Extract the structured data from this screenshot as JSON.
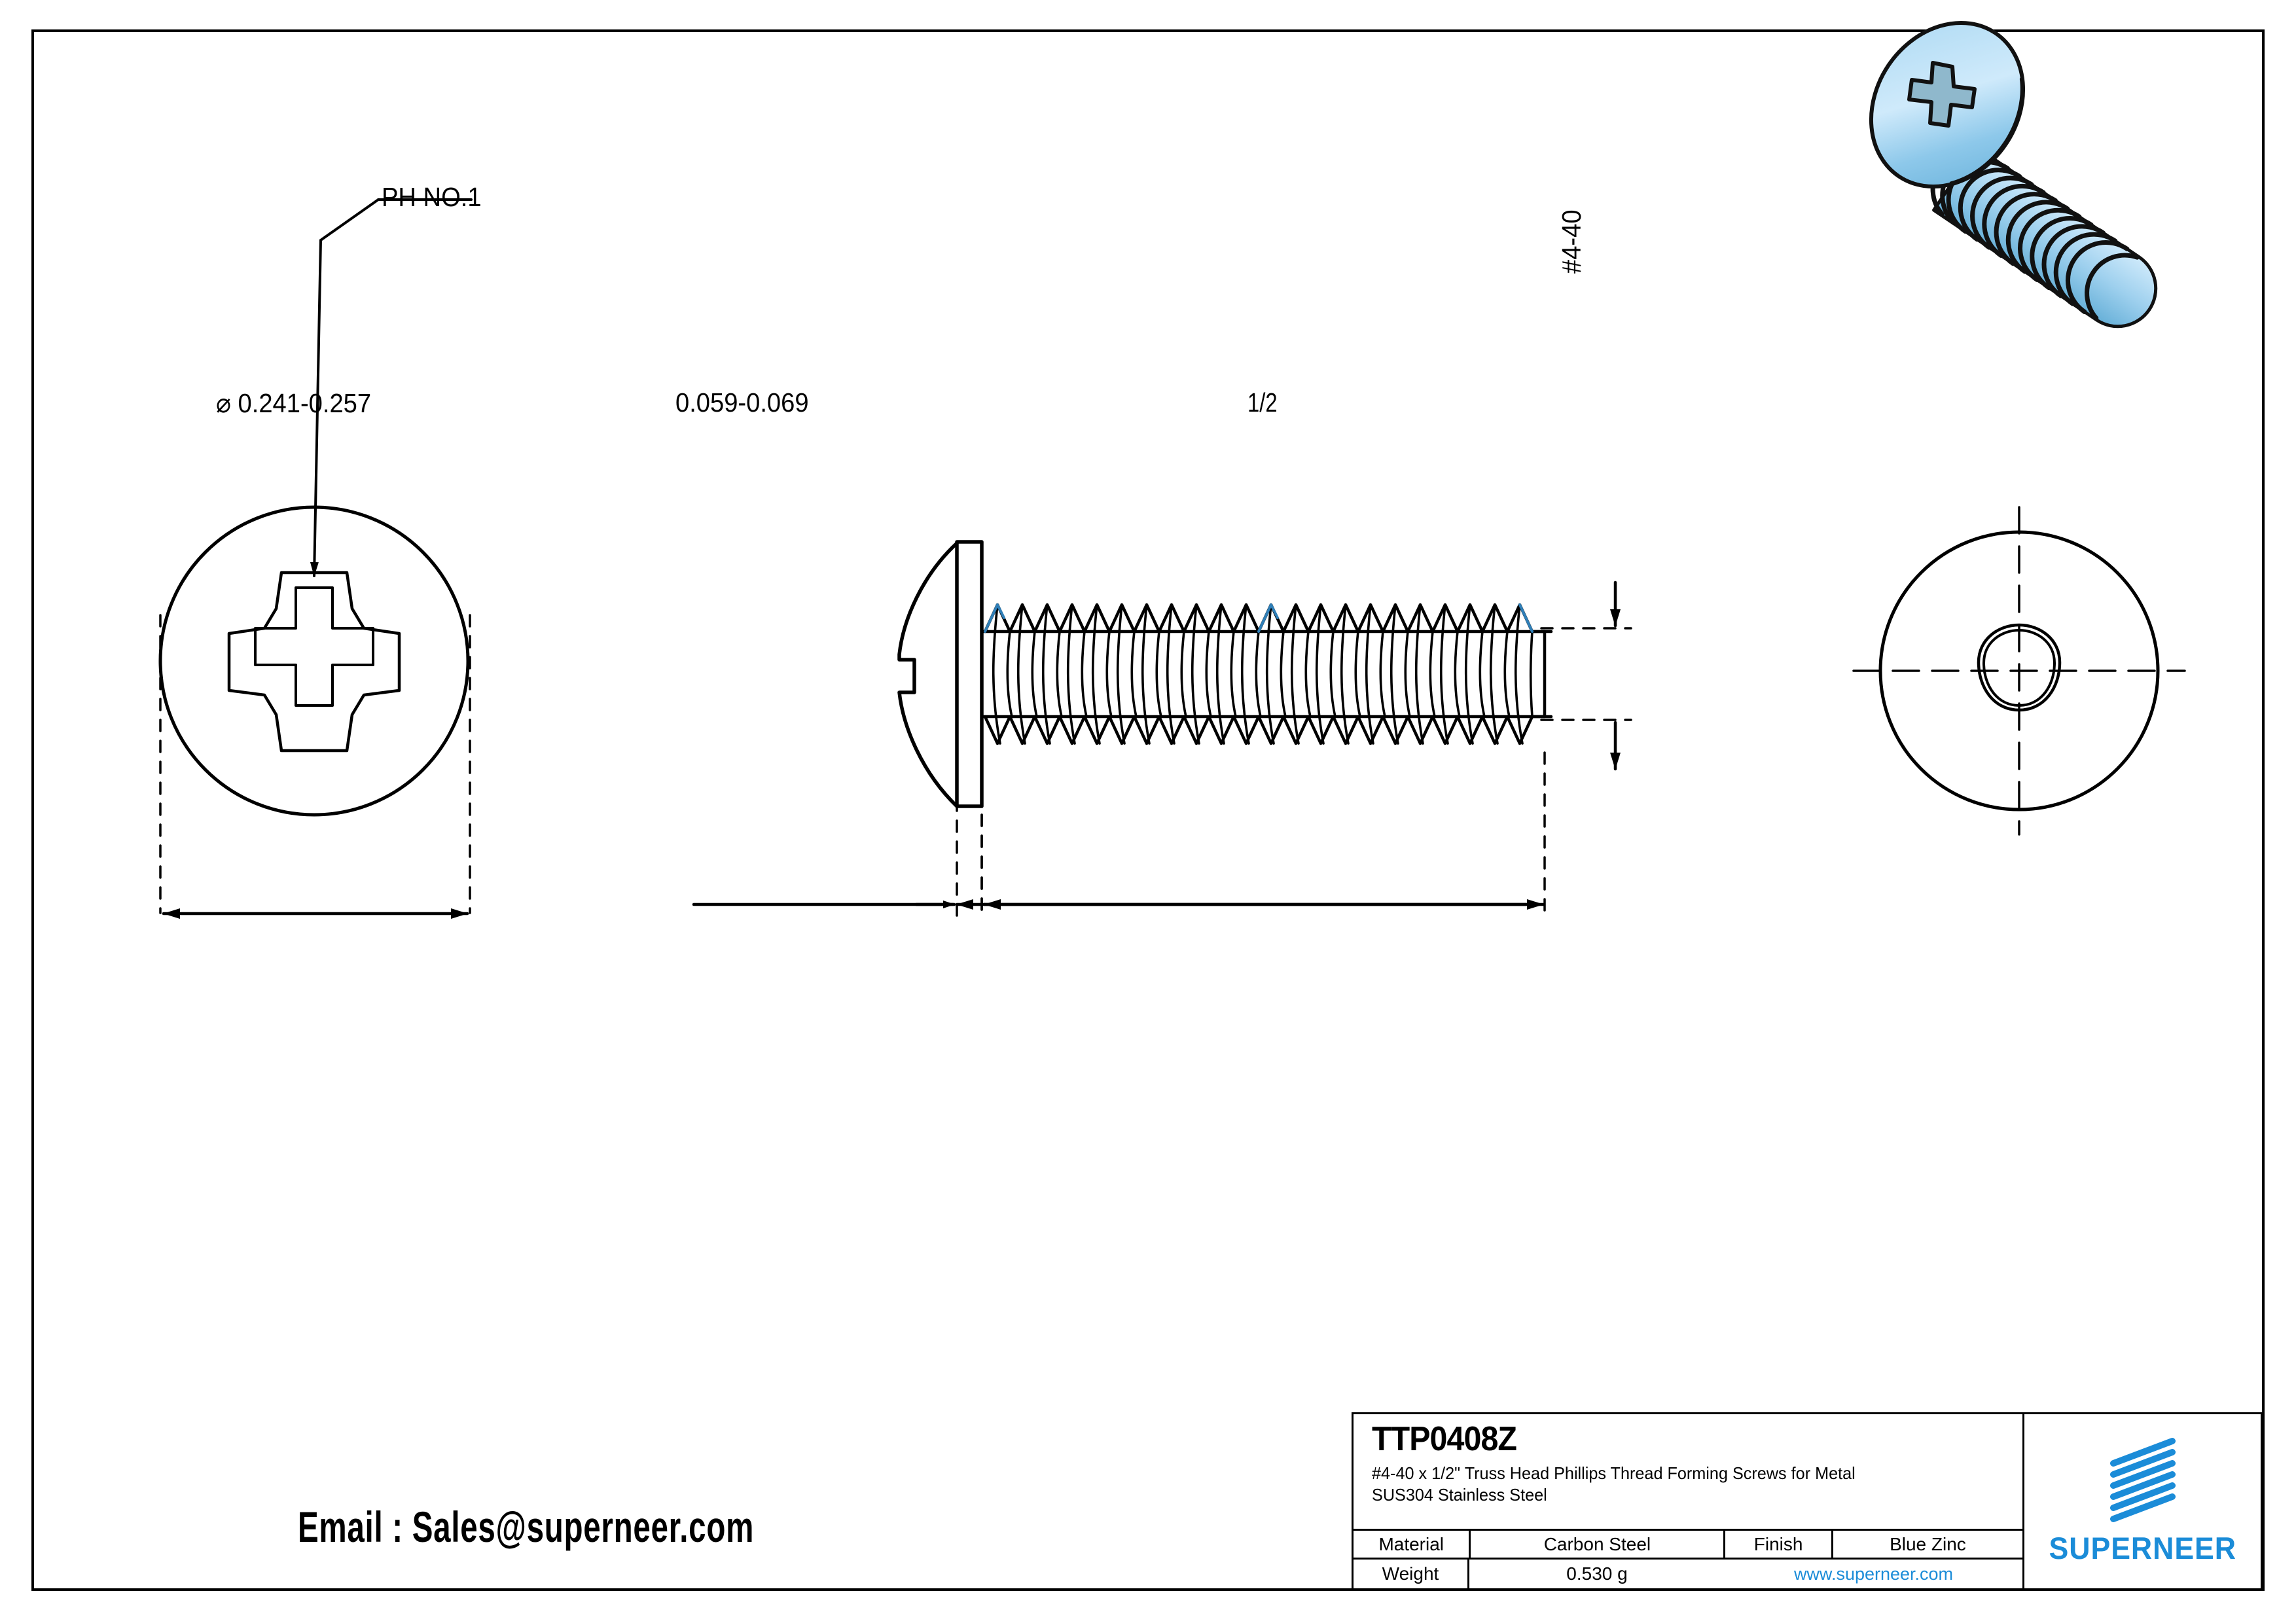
{
  "drawing": {
    "labels": {
      "driver_callout": "PH NO.1",
      "head_diameter": "⌀ 0.241-0.257",
      "head_height": "0.059-0.069",
      "length": "1/2",
      "thread_callout": "#4-40"
    },
    "views": {
      "top_view_name": "phillips-head-top-view",
      "side_view_name": "screw-side-section-view",
      "bottom_view_name": "trilobular-bottom-view",
      "isometric_view_name": "screw-3d-isometric"
    }
  },
  "contact": {
    "email_line": "Email : Sales@superneer.com"
  },
  "title_block": {
    "part_number": "TTP0408Z",
    "description_line1": "#4-40 x 1/2\" Truss Head Phillips Thread Forming Screws for Metal",
    "description_line2": "SUS304 Stainless Steel",
    "material_label": "Material",
    "material_value": "Carbon Steel",
    "finish_label": "Finish",
    "finish_value": "Blue Zinc",
    "weight_label": "Weight",
    "weight_value": "0.530 g",
    "website": "www.superneer.com",
    "brand_name": "SUPERNEER"
  },
  "colors": {
    "brand_blue": "#1b8cd8",
    "screw_blue_light": "#bfe2f7",
    "screw_blue_mid": "#8ec9ea",
    "screw_blue_dark": "#5aa9d6",
    "line_black": "#000000"
  }
}
